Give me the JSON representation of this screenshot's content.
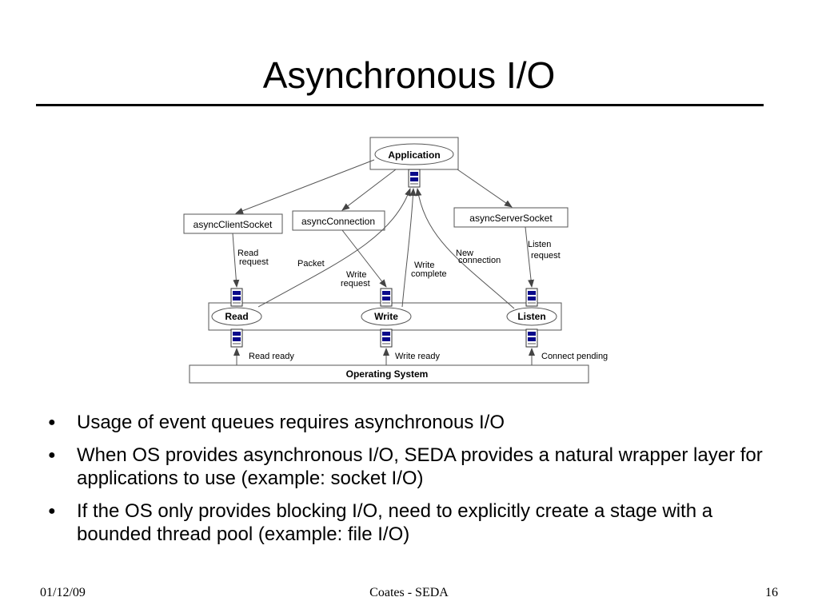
{
  "slide": {
    "title": "Asynchronous I/O"
  },
  "diagram": {
    "application": "Application",
    "sockets": {
      "client": "asyncClientSocket",
      "connection": "asyncConnection",
      "server": "asyncServerSocket"
    },
    "stages": {
      "read": "Read",
      "write": "Write",
      "listen": "Listen"
    },
    "operating_system": "Operating System",
    "arrow_labels": {
      "read_request_1": "Read",
      "read_request_2": "request",
      "packet": "Packet",
      "write_request_1": "Write",
      "write_request_2": "request",
      "write_complete_1": "Write",
      "write_complete_2": "complete",
      "new_connection_1": "New",
      "new_connection_2": "connection",
      "listen_request_1": "Listen",
      "listen_request_2": "request",
      "read_ready": "Read ready",
      "write_ready": "Write ready",
      "connect_pending": "Connect pending"
    },
    "colors": {
      "queue_fill": "#0a0a8a",
      "line": "#555555"
    }
  },
  "bullets": [
    "Usage of event queues requires asynchronous I/O",
    "When OS provides asynchronous I/O, SEDA provides a natural wrapper layer for applications to use (example: socket I/O)",
    "If the OS only provides blocking I/O, need to explicitly create a stage with a bounded thread pool (example: file I/O)"
  ],
  "bullet_marker": "●",
  "footer": {
    "date": "01/12/09",
    "author": "Coates - SEDA",
    "page": "16"
  }
}
